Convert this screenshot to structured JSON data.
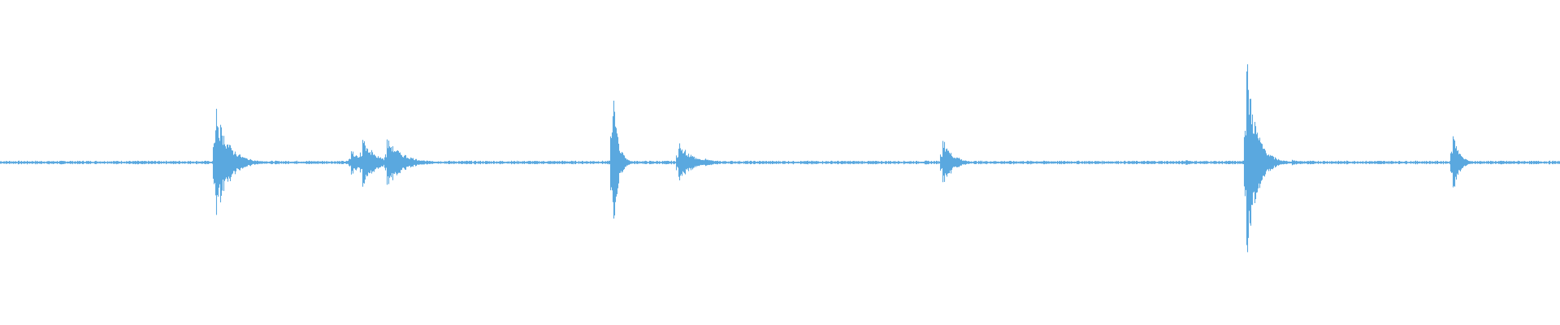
{
  "waveform": {
    "color": "#5aa8df",
    "background": "#ffffff",
    "noise_floor": 0.012,
    "transients": [
      {
        "t": 0.1378,
        "amp": 0.52,
        "decay": 0.008,
        "lobes": [
          {
            "t": 0.1395,
            "amp": 0.22
          }
        ]
      },
      {
        "t": 0.2245,
        "amp": 0.13,
        "decay": 0.006,
        "lobes": []
      },
      {
        "t": 0.2318,
        "amp": 0.26,
        "decay": 0.007,
        "lobes": [
          {
            "t": 0.234,
            "amp": 0.12
          }
        ]
      },
      {
        "t": 0.2478,
        "amp": 0.22,
        "decay": 0.01,
        "lobes": [
          {
            "t": 0.25,
            "amp": 0.12
          },
          {
            "t": 0.255,
            "amp": 0.05
          }
        ]
      },
      {
        "t": 0.3922,
        "amp": 0.78,
        "decay": 0.003,
        "lobes": []
      },
      {
        "t": 0.4345,
        "amp": 0.2,
        "decay": 0.008,
        "lobes": [
          {
            "t": 0.452,
            "amp": 0.04
          }
        ]
      },
      {
        "t": 0.6038,
        "amp": 0.24,
        "decay": 0.006,
        "lobes": []
      },
      {
        "t": 0.7598,
        "amp": 0.03,
        "decay": 0.004,
        "lobes": []
      },
      {
        "t": 0.7985,
        "amp": 1.0,
        "decay": 0.006,
        "lobes": [
          {
            "t": 0.8,
            "amp": 0.42
          },
          {
            "t": 0.8025,
            "amp": 0.18
          },
          {
            "t": 0.81,
            "amp": 0.06
          },
          {
            "t": 0.828,
            "amp": 0.03
          }
        ]
      },
      {
        "t": 0.931,
        "amp": 0.29,
        "decay": 0.004,
        "lobes": []
      }
    ]
  }
}
